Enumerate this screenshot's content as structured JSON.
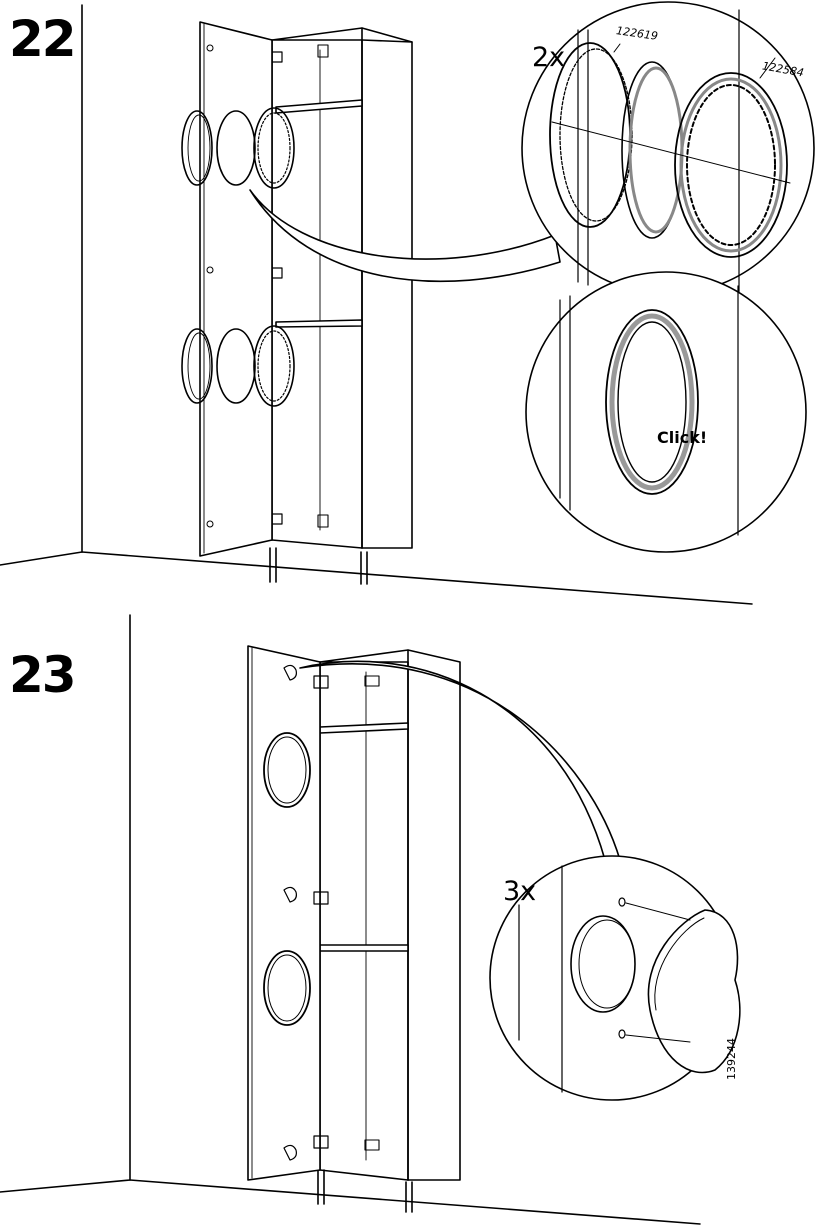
{
  "steps": [
    {
      "number": "22",
      "quantity": "2x",
      "part_a": "122619",
      "part_b": "122584",
      "action_text": "Click!"
    },
    {
      "number": "23",
      "quantity": "3x",
      "doc_number": "139244"
    }
  ]
}
